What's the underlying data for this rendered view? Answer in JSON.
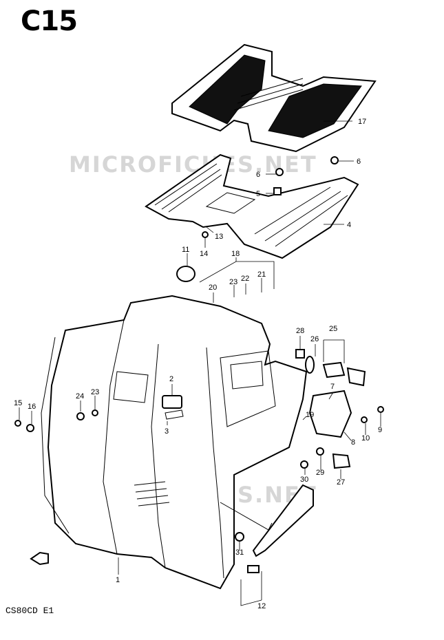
{
  "diagram": {
    "title": "C15",
    "model_code": "CS80CD E1",
    "watermark": "MICROFICHES.NET",
    "part_labels": [
      "17",
      "6",
      "6",
      "5",
      "4",
      "13",
      "14",
      "11",
      "18",
      "20",
      "23",
      "22",
      "21",
      "2",
      "3",
      "24",
      "23",
      "15",
      "16",
      "1",
      "28",
      "26",
      "25",
      "7",
      "19",
      "8",
      "9",
      "10",
      "29",
      "30",
      "27",
      "31",
      "12"
    ]
  }
}
